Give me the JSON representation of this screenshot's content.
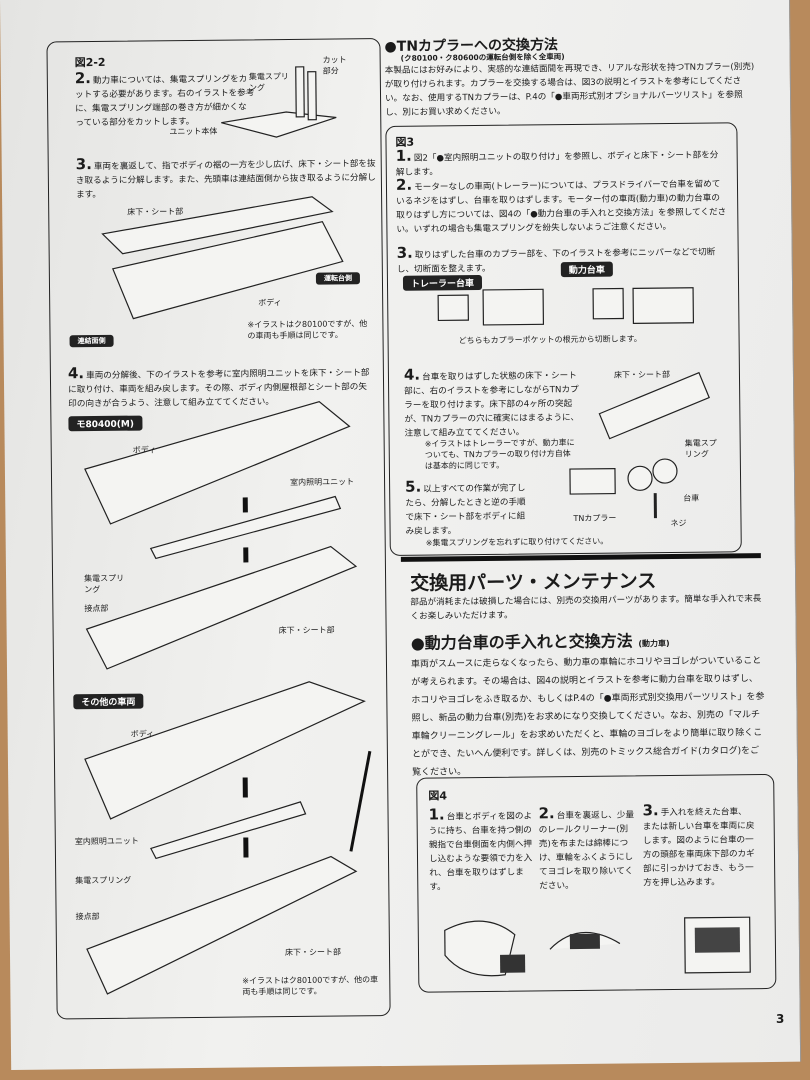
{
  "left": {
    "fig": "図2-2",
    "step2": {
      "num": "2.",
      "text": "動力車については、集電スプリングをカットする必要があります。右のイラストを参考に、集電スプリング端部の巻き方が細かくなっている部分をカットします。"
    },
    "labels_2": {
      "spring": "集電スプリング",
      "cut": "カット部分",
      "unit": "ユニット本体"
    },
    "step3": {
      "num": "3.",
      "text": "車両を裏返して、指でボディの裾の一方を少し広げ、床下・シート部を抜き取るように分解します。また、先頭車は連結面側から抜き取るように分解します。"
    },
    "labels_3": {
      "floor": "床下・シート部",
      "body": "ボディ",
      "cab": "運転台側",
      "coupling": "連結面側",
      "note": "※イラストはク80100ですが、他の車両も手順は同じです。"
    },
    "step4": {
      "num": "4.",
      "text": "車両の分解後、下のイラストを参考に室内照明ユニットを床下・シート部に取り付け、車両を組み戻します。その際、ボディ内側屋根部とシート部の矢印の向きが合うよう、注意して組み立ててください。"
    },
    "car1": {
      "tag": "モ80400(M)",
      "body": "ボディ",
      "light": "室内照明ユニット",
      "spring": "集電スプリング",
      "contact": "接点部",
      "floor": "床下・シート部"
    },
    "car2": {
      "tag": "その他の車両",
      "body": "ボディ",
      "light": "室内照明ユニット",
      "spring": "集電スプリング",
      "contact": "接点部",
      "floor": "床下・シート部",
      "note": "※イラストはク80100ですが、他の車両も手順は同じです。"
    }
  },
  "right": {
    "tn": {
      "title": "●TNカプラーへの交換方法",
      "subtitle": "(ク80100・ク80600の運転台側を除く全車両)",
      "text": "本製品にはお好みにより、実感的な連結面間を再現でき、リアルな形状を持つTNカプラー(別売)が取り付けられます。カプラーを交換する場合は、図3の説明とイラストを参考にしてください。なお、使用するTNカプラーは、P.4の「●車両形式別オプショナルパーツリスト」を参照し、別にお買い求めください。"
    },
    "fig3": {
      "title": "図3",
      "steps": [
        {
          "num": "1.",
          "text": "図2「●室内照明ユニットの取り付け」を参照し、ボディと床下・シート部を分解します。"
        },
        {
          "num": "2.",
          "text": "モーターなしの車両(トレーラー)については、プラスドライバーで台車を留めているネジをはずし、台車を取りはずします。モーター付の車両(動力車)の動力台車の取りはずし方については、図4の「●動力台車の手入れと交換方法」を参照してください。いずれの場合も集電スプリングを紛失しないようご注意ください。"
        },
        {
          "num": "3.",
          "text": "取りはずした台車のカプラー部を、下のイラストを参考にニッパーなどで切断し、切断面を整えます。"
        },
        {
          "num": "4.",
          "text": "台車を取りはずした状態の床下・シート部に、右のイラストを参考にしながらTNカプラーを取り付けます。床下部の4ヶ所の突起が、TNカプラーの穴に確実にはまるように、注意して組み立ててください。"
        },
        {
          "num": "5.",
          "text": "以上すべての作業が完了したら、分解したときと逆の手順で床下・シート部をボディに組み戻します。"
        }
      ],
      "trailer": "トレーラー台車",
      "motor": "動力台車",
      "cutnote": "どちらもカプラーポケットの根元から切断します。",
      "note4": "※イラストはトレーラーですが、動力車についても、TNカプラーの取り付け方自体は基本的に同じです。",
      "labels": {
        "floor": "床下・シート部",
        "spring": "集電スプリング",
        "truck": "台車",
        "coupler": "TNカプラー",
        "screw": "ネジ"
      },
      "note5": "※集電スプリングを忘れずに取り付けてください。"
    },
    "parts": {
      "title": "交換用パーツ・メンテナンス",
      "text": "部品が消耗または破損した場合には、別売の交換用パーツがあります。簡単な手入れで末長くお楽しみいただけます。"
    },
    "motor": {
      "title": "●動力台車の手入れと交換方法",
      "small": "(動力車)",
      "text": "車両がスムースに走らなくなったら、動力車の車輪にホコリやヨゴレがついていることが考えられます。その場合は、図4の説明とイラストを参考に動力台車を取りはずし、ホコリやヨゴレをふき取るか、もしくはP.4の「●車両形式別交換用パーツリスト」を参照し、新品の動力台車(別売)をお求めになり交換してください。なお、別売の「マルチ車輪クリーニングレール」をお求めいただくと、車輪のヨゴレをより簡単に取り除くことができ、たいへん便利です。詳しくは、別売のトミックス総合ガイド(カタログ)をご覧ください。"
    },
    "fig4": {
      "title": "図4",
      "steps": [
        {
          "num": "1.",
          "text": "台車とボディを図のように持ち、台車を持つ側の親指で台車側面を内側へ押し込むような要領で力を入れ、台車を取りはずします。"
        },
        {
          "num": "2.",
          "text": "台車を裏返し、少量のレールクリーナー(別売)を布または綿棒につけ、車輪をふくようにしてヨゴレを取り除いてください。"
        },
        {
          "num": "3.",
          "text": "手入れを終えた台車、または新しい台車を車両に戻します。図のように台車の一方の頭部を車両床下部のカギ部に引っかけておき、もう一方を押し込みます。"
        }
      ]
    }
  },
  "page_number": "3"
}
